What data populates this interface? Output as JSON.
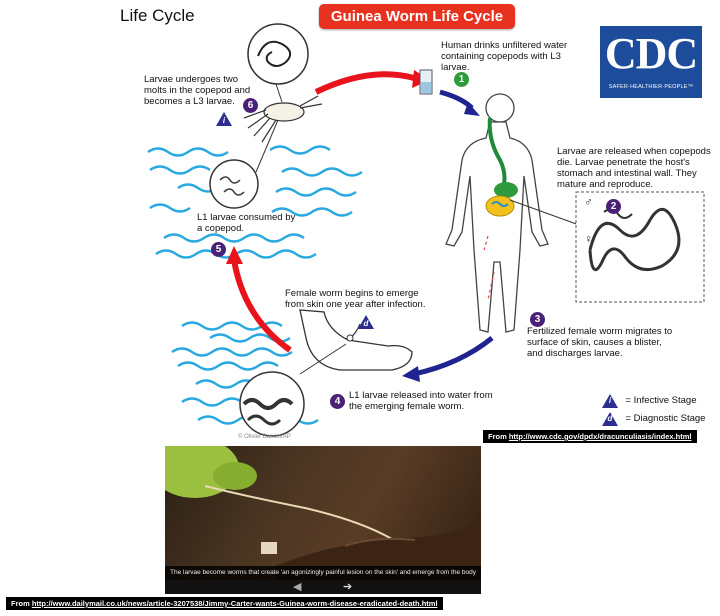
{
  "slide": {
    "title": "Life Cycle"
  },
  "diagram": {
    "title": "Guinea Worm Life Cycle",
    "colors": {
      "banner": "#e8321f",
      "cdc_blue": "#1d4d9a",
      "step_purple": "#4b2178",
      "step_green": "#2e9a3a",
      "arrow_red": "#e8131b",
      "arrow_blue": "#1f2490",
      "water": "#2aa8e0"
    },
    "cdc_logo": {
      "letters": "CDC",
      "tagline": "SAFER·HEALTHIER·PEOPLE™"
    },
    "steps": [
      {
        "number": "1",
        "text": "Human drinks unfiltered water containing copepods with L3 larvae."
      },
      {
        "number": "2",
        "text": "Larvae are released when copepods die. Larvae penetrate the host's stomach and intestinal wall. They mature and reproduce."
      },
      {
        "number": "3",
        "text": "Fertilized female worm migrates to surface of skin, causes a blister, and discharges larvae."
      },
      {
        "number": "4",
        "text": "L1 larvae released into water from the emerging female worm."
      },
      {
        "number": "5",
        "text": "L1 larvae consumed by a copepod."
      },
      {
        "number": "6",
        "text": "Larvae undergoes two molts in the copepod and becomes a L3 larvae."
      }
    ],
    "markers": {
      "infective": "i",
      "diagnostic": "d"
    },
    "sex_symbols": {
      "male": "♂",
      "female": "♀"
    },
    "legend": [
      {
        "symbol": "i",
        "label": "= Infective Stage"
      },
      {
        "symbol": "d",
        "label": "= Diagnostic Stage"
      }
    ],
    "watermark": "© Olivier Basolo/AP",
    "source": {
      "prefix": "From ",
      "link": "http://www.cdc.gov/dpdx/dracunculiasis/index.html"
    }
  },
  "photo": {
    "caption": "The larvae become worms that create 'an agonizingly painful lesion on the skin' and emerge from the body",
    "prev_icon": "arrow-left-icon",
    "next_icon": "arrow-right-icon",
    "prev_glyph": "◀",
    "next_glyph": "➔",
    "source": {
      "prefix": "From ",
      "link": "http://www.dailymail.co.uk/news/article-3207538/Jimmy-Carter-wants-Guinea-worm-disease-eradicated-death.html"
    }
  }
}
